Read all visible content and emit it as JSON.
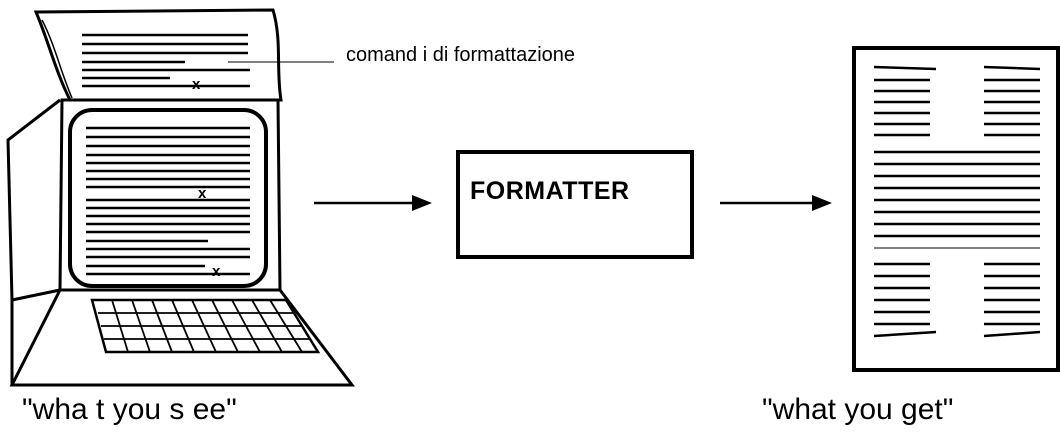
{
  "annotation": "comand i di formattazione",
  "process_box": {
    "label": "FORMATTER"
  },
  "captions": {
    "left": "\"wha t you s ee\"",
    "right": "\"what you get\""
  },
  "marks": {
    "edit_mark": "x"
  },
  "colors": {
    "stroke": "#000000",
    "background": "#ffffff"
  },
  "icons": [
    "computer-terminal-icon",
    "arrow-right-icon",
    "printed-document-icon"
  ]
}
